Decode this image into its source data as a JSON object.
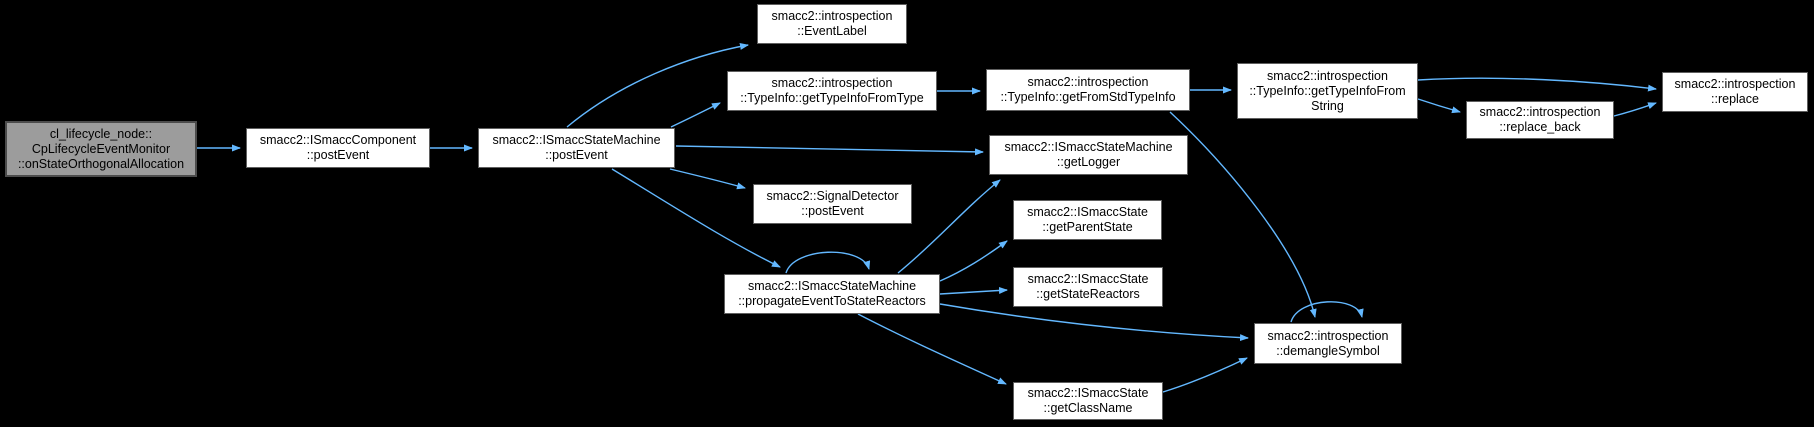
{
  "diagram": {
    "type": "call-graph",
    "colors": {
      "background": "#000000",
      "edge": "#63b8ff",
      "node_fill": "#ffffff",
      "node_border": "#5f5f5f",
      "focus_fill": "#9c9c9c",
      "focus_border": "#4c4c4c",
      "text": "#000000"
    },
    "nodes": [
      {
        "id": "onStateOrthogonalAllocation",
        "label": "cl_lifecycle_node::\nCpLifecycleEventMonitor\n::onStateOrthogonalAllocation",
        "focus": true
      },
      {
        "id": "ISmaccComponent::postEvent",
        "label": "smacc2::ISmaccComponent\n::postEvent",
        "focus": false
      },
      {
        "id": "ISmaccStateMachine::postEvent",
        "label": "smacc2::ISmaccStateMachine\n::postEvent",
        "focus": false
      },
      {
        "id": "EventLabel",
        "label": "smacc2::introspection\n::EventLabel",
        "focus": false
      },
      {
        "id": "TypeInfo::getTypeInfoFromType",
        "label": "smacc2::introspection\n::TypeInfo::getTypeInfoFromType",
        "focus": false
      },
      {
        "id": "TypeInfo::getFromStdTypeInfo",
        "label": "smacc2::introspection\n::TypeInfo::getFromStdTypeInfo",
        "focus": false
      },
      {
        "id": "TypeInfo::getTypeInfoFromString",
        "label": "smacc2::introspection\n::TypeInfo::getTypeInfoFrom\nString",
        "focus": false
      },
      {
        "id": "ISmaccStateMachine::getLogger",
        "label": "smacc2::ISmaccStateMachine\n::getLogger",
        "focus": false
      },
      {
        "id": "replace_back",
        "label": "smacc2::introspection\n::replace_back",
        "focus": false
      },
      {
        "id": "replace",
        "label": "smacc2::introspection\n::replace",
        "focus": false
      },
      {
        "id": "SignalDetector::postEvent",
        "label": "smacc2::SignalDetector\n::postEvent",
        "focus": false
      },
      {
        "id": "propagateEventToStateReactors",
        "label": "smacc2::ISmaccStateMachine\n::propagateEventToStateReactors",
        "focus": false
      },
      {
        "id": "ISmaccState::getParentState",
        "label": "smacc2::ISmaccState\n::getParentState",
        "focus": false
      },
      {
        "id": "ISmaccState::getStateReactors",
        "label": "smacc2::ISmaccState\n::getStateReactors",
        "focus": false
      },
      {
        "id": "demangleSymbol",
        "label": "smacc2::introspection\n::demangleSymbol",
        "focus": false
      },
      {
        "id": "ISmaccState::getClassName",
        "label": "smacc2::ISmaccState\n::getClassName",
        "focus": false
      }
    ],
    "edges": [
      {
        "from": "onStateOrthogonalAllocation",
        "to": "ISmaccComponent::postEvent"
      },
      {
        "from": "ISmaccComponent::postEvent",
        "to": "ISmaccStateMachine::postEvent"
      },
      {
        "from": "ISmaccStateMachine::postEvent",
        "to": "EventLabel"
      },
      {
        "from": "ISmaccStateMachine::postEvent",
        "to": "TypeInfo::getTypeInfoFromType"
      },
      {
        "from": "ISmaccStateMachine::postEvent",
        "to": "ISmaccStateMachine::getLogger"
      },
      {
        "from": "ISmaccStateMachine::postEvent",
        "to": "SignalDetector::postEvent"
      },
      {
        "from": "ISmaccStateMachine::postEvent",
        "to": "propagateEventToStateReactors"
      },
      {
        "from": "TypeInfo::getTypeInfoFromType",
        "to": "TypeInfo::getFromStdTypeInfo"
      },
      {
        "from": "TypeInfo::getFromStdTypeInfo",
        "to": "TypeInfo::getTypeInfoFromString"
      },
      {
        "from": "TypeInfo::getFromStdTypeInfo",
        "to": "demangleSymbol"
      },
      {
        "from": "TypeInfo::getTypeInfoFromString",
        "to": "replace"
      },
      {
        "from": "TypeInfo::getTypeInfoFromString",
        "to": "replace_back"
      },
      {
        "from": "replace_back",
        "to": "replace"
      },
      {
        "from": "propagateEventToStateReactors",
        "to": "propagateEventToStateReactors"
      },
      {
        "from": "propagateEventToStateReactors",
        "to": "ISmaccStateMachine::getLogger"
      },
      {
        "from": "propagateEventToStateReactors",
        "to": "ISmaccState::getParentState"
      },
      {
        "from": "propagateEventToStateReactors",
        "to": "ISmaccState::getStateReactors"
      },
      {
        "from": "propagateEventToStateReactors",
        "to": "demangleSymbol"
      },
      {
        "from": "propagateEventToStateReactors",
        "to": "ISmaccState::getClassName"
      },
      {
        "from": "ISmaccState::getClassName",
        "to": "demangleSymbol"
      },
      {
        "from": "demangleSymbol",
        "to": "demangleSymbol"
      }
    ]
  }
}
